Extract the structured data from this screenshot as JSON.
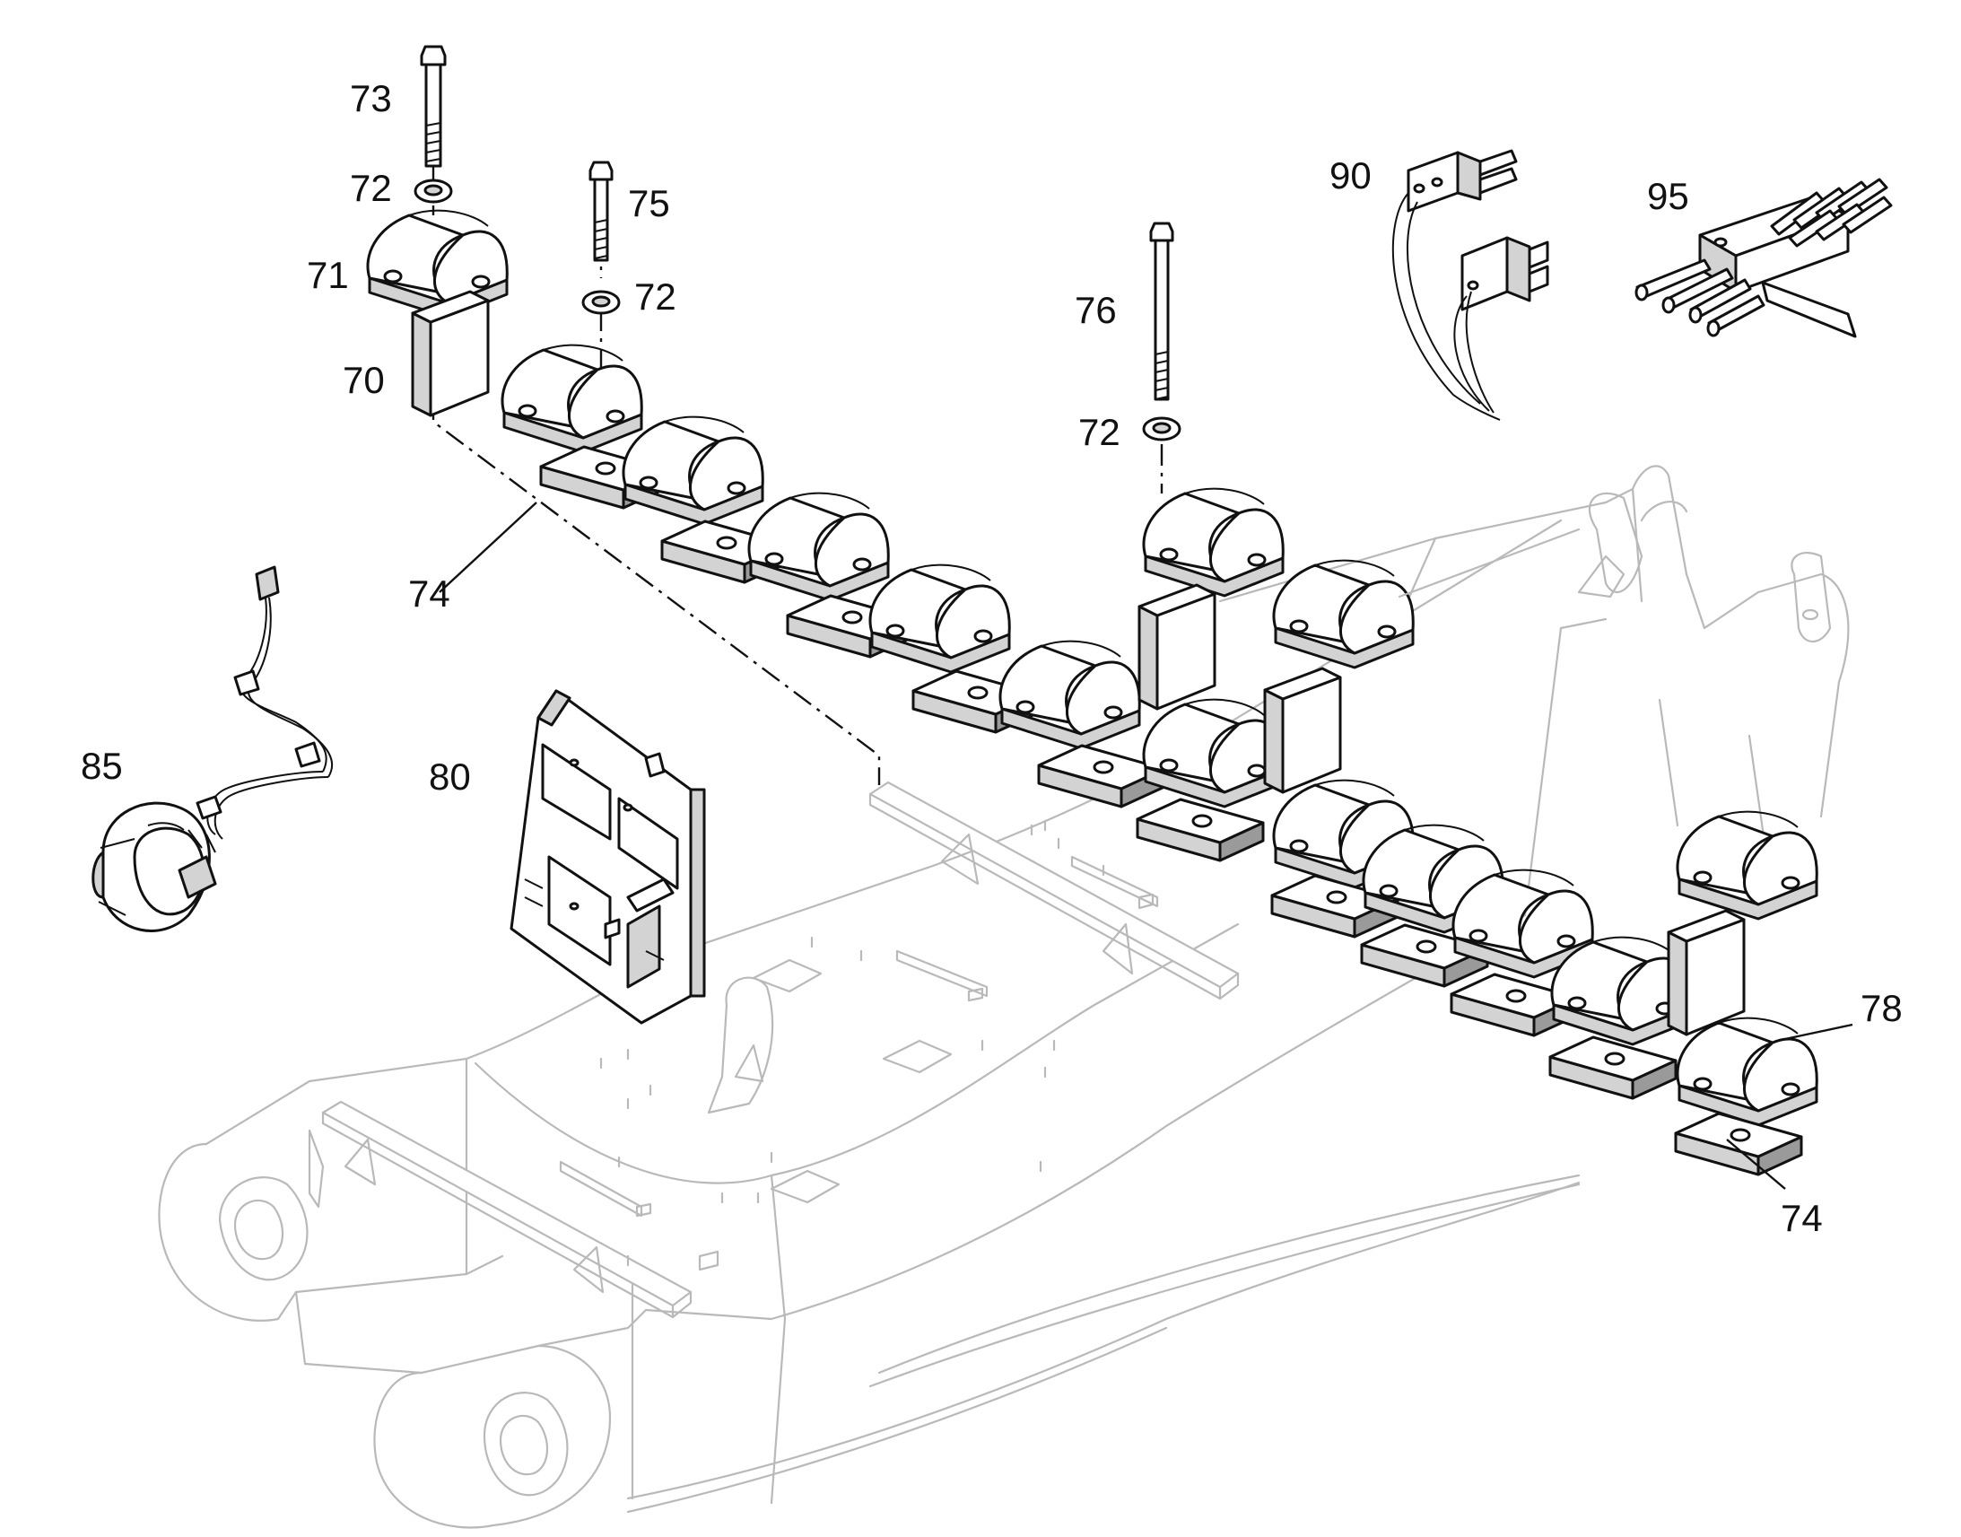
{
  "diagram": {
    "colors": {
      "line": "#111111",
      "ghost": "#b9b9b9",
      "shade": "#d3d3d3",
      "background": "#ffffff"
    },
    "callouts": [
      {
        "id": "c73",
        "text": "73"
      },
      {
        "id": "c72a",
        "text": "72"
      },
      {
        "id": "c71",
        "text": "71"
      },
      {
        "id": "c70",
        "text": "70"
      },
      {
        "id": "c75",
        "text": "75"
      },
      {
        "id": "c72b",
        "text": "72"
      },
      {
        "id": "c74a",
        "text": "74"
      },
      {
        "id": "c76",
        "text": "76"
      },
      {
        "id": "c72c",
        "text": "72"
      },
      {
        "id": "c90",
        "text": "90"
      },
      {
        "id": "c95",
        "text": "95"
      },
      {
        "id": "c85",
        "text": "85"
      },
      {
        "id": "c80",
        "text": "80"
      },
      {
        "id": "c78",
        "text": "78"
      },
      {
        "id": "c74b",
        "text": "74"
      }
    ]
  }
}
